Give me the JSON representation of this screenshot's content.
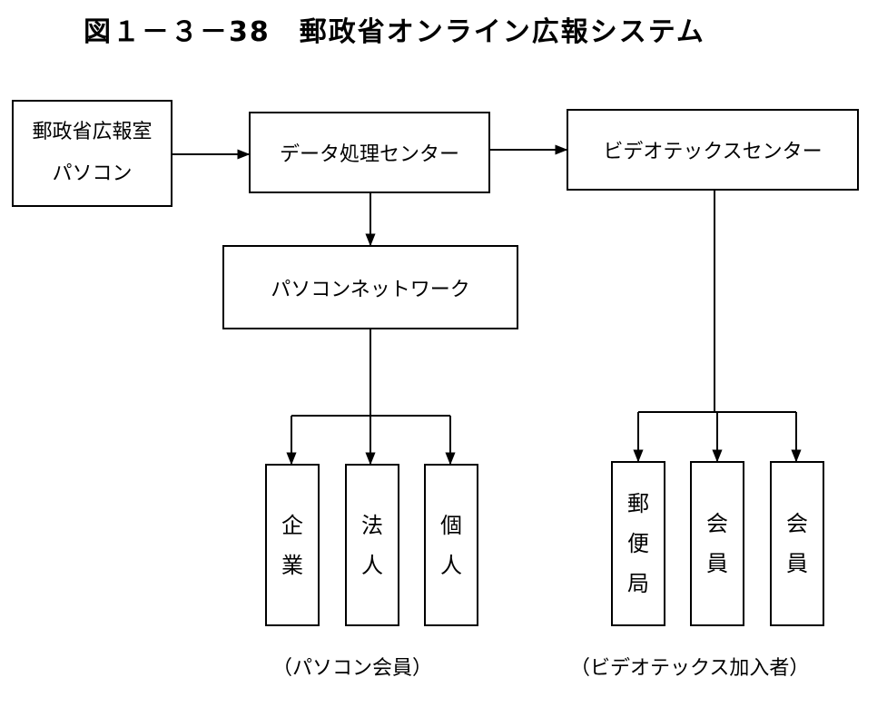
{
  "title": "図１－３－38　郵政省オンライン広報システム",
  "nodes": {
    "pr_office": {
      "line1": "郵政省広報室",
      "line2": "パソコン"
    },
    "data_center": "データ処理センター",
    "videotex_center": "ビデオテックスセンター",
    "pc_network": "パソコンネットワーク",
    "pc_members": {
      "corporation": [
        "企",
        "業"
      ],
      "juridical_person": [
        "法",
        "人"
      ],
      "individual": [
        "個",
        "人"
      ],
      "caption": "（パソコン会員）"
    },
    "videotex_members": {
      "post_office": [
        "郵",
        "便",
        "局"
      ],
      "member_1": [
        "会",
        "員"
      ],
      "member_2": [
        "会",
        "員"
      ],
      "caption": "（ビデオテックス加入者）"
    }
  }
}
